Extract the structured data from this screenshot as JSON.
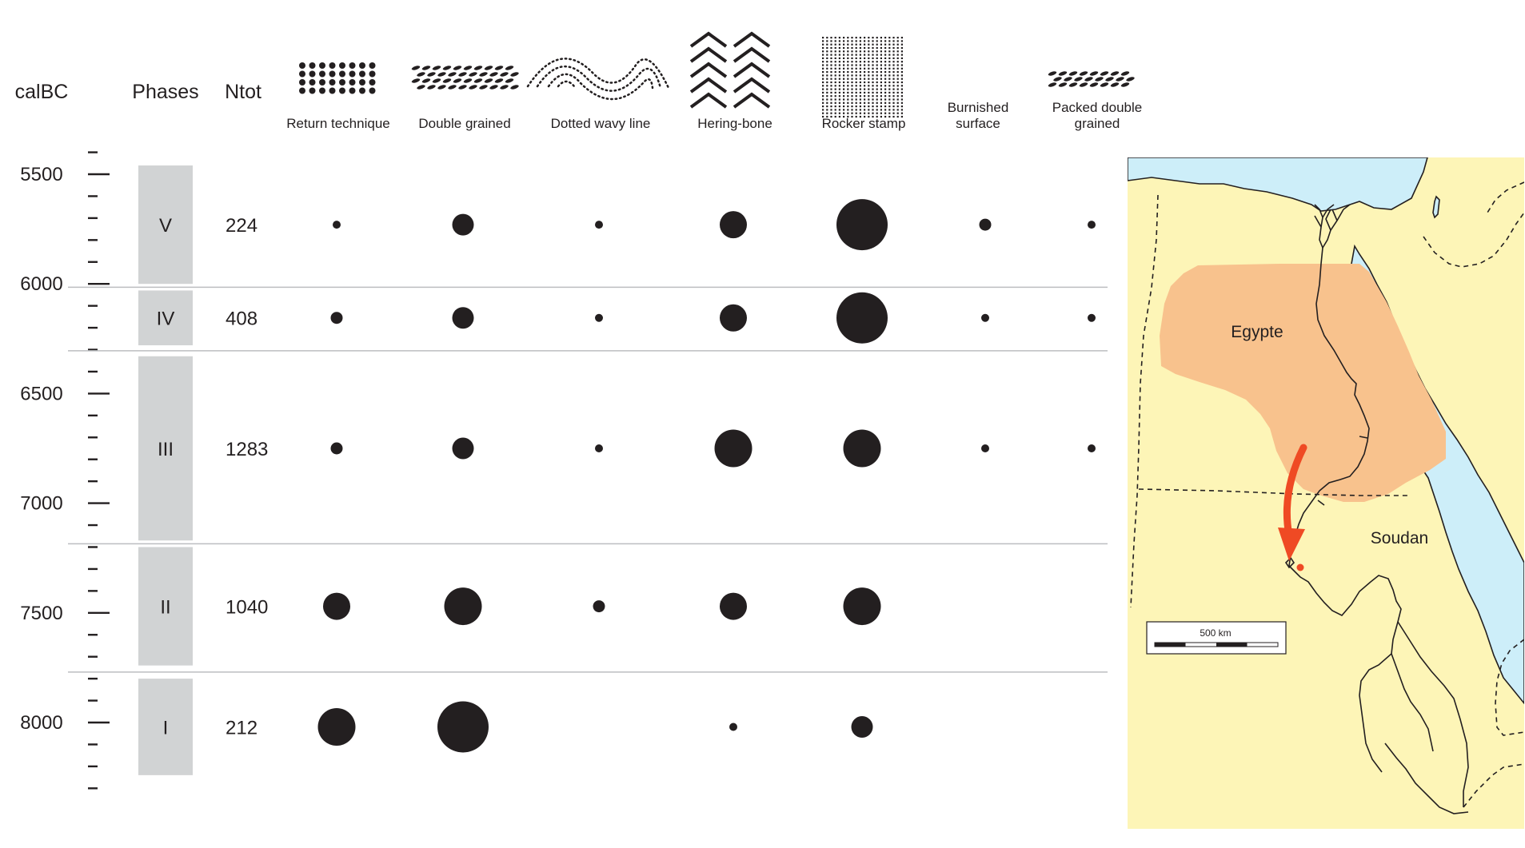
{
  "headers": {
    "calbc": "calBC",
    "phases": "Phases",
    "ntot": "Ntot"
  },
  "techniques": [
    {
      "name": "Return technique"
    },
    {
      "name": "Double grained"
    },
    {
      "name": "Dotted wavy line"
    },
    {
      "name": "Hering-bone"
    },
    {
      "name": "Rocker stamp"
    },
    {
      "name": "Burnished",
      "name2": "surface"
    },
    {
      "name": "Packed double",
      "name2": "grained"
    }
  ],
  "time_axis": {
    "ticks": [
      "5500",
      "6000",
      "6500",
      "7000",
      "7500",
      "8000"
    ],
    "range": [
      5400,
      8300
    ],
    "minor_step": 100
  },
  "phases": [
    {
      "label": "V",
      "ntot": "224",
      "start": 5460,
      "end": 6000,
      "sizes": [
        "xs",
        "m",
        "xs",
        "l",
        "xxl",
        "s",
        "xs"
      ]
    },
    {
      "label": "IV",
      "ntot": "408",
      "start": 6030,
      "end": 6280,
      "sizes": [
        "s",
        "m",
        "xs",
        "l",
        "xxl",
        "xs",
        "xs"
      ]
    },
    {
      "label": "III",
      "ntot": "1283",
      "start": 6330,
      "end": 7170,
      "sizes": [
        "s",
        "m",
        "xs",
        "xl",
        "xl",
        "xs",
        "xs"
      ]
    },
    {
      "label": "II",
      "ntot": "1040",
      "start": 7200,
      "end": 7740,
      "sizes": [
        "l",
        "xl",
        "s",
        "l",
        "xl",
        "",
        ""
      ]
    },
    {
      "label": "I",
      "ntot": "212",
      "start": 7800,
      "end": 8240,
      "sizes": [
        "xl",
        "xxl",
        "",
        "xs",
        "m",
        "",
        ""
      ]
    }
  ],
  "map": {
    "label_egypt": "Egypte",
    "label_sudan": "Soudan",
    "scale_label": "500 km",
    "colors": {
      "land": "#fdf5b7",
      "sea": "#cdeef9",
      "highlight": "#f8c28d",
      "arrow": "#ef4a24"
    }
  }
}
